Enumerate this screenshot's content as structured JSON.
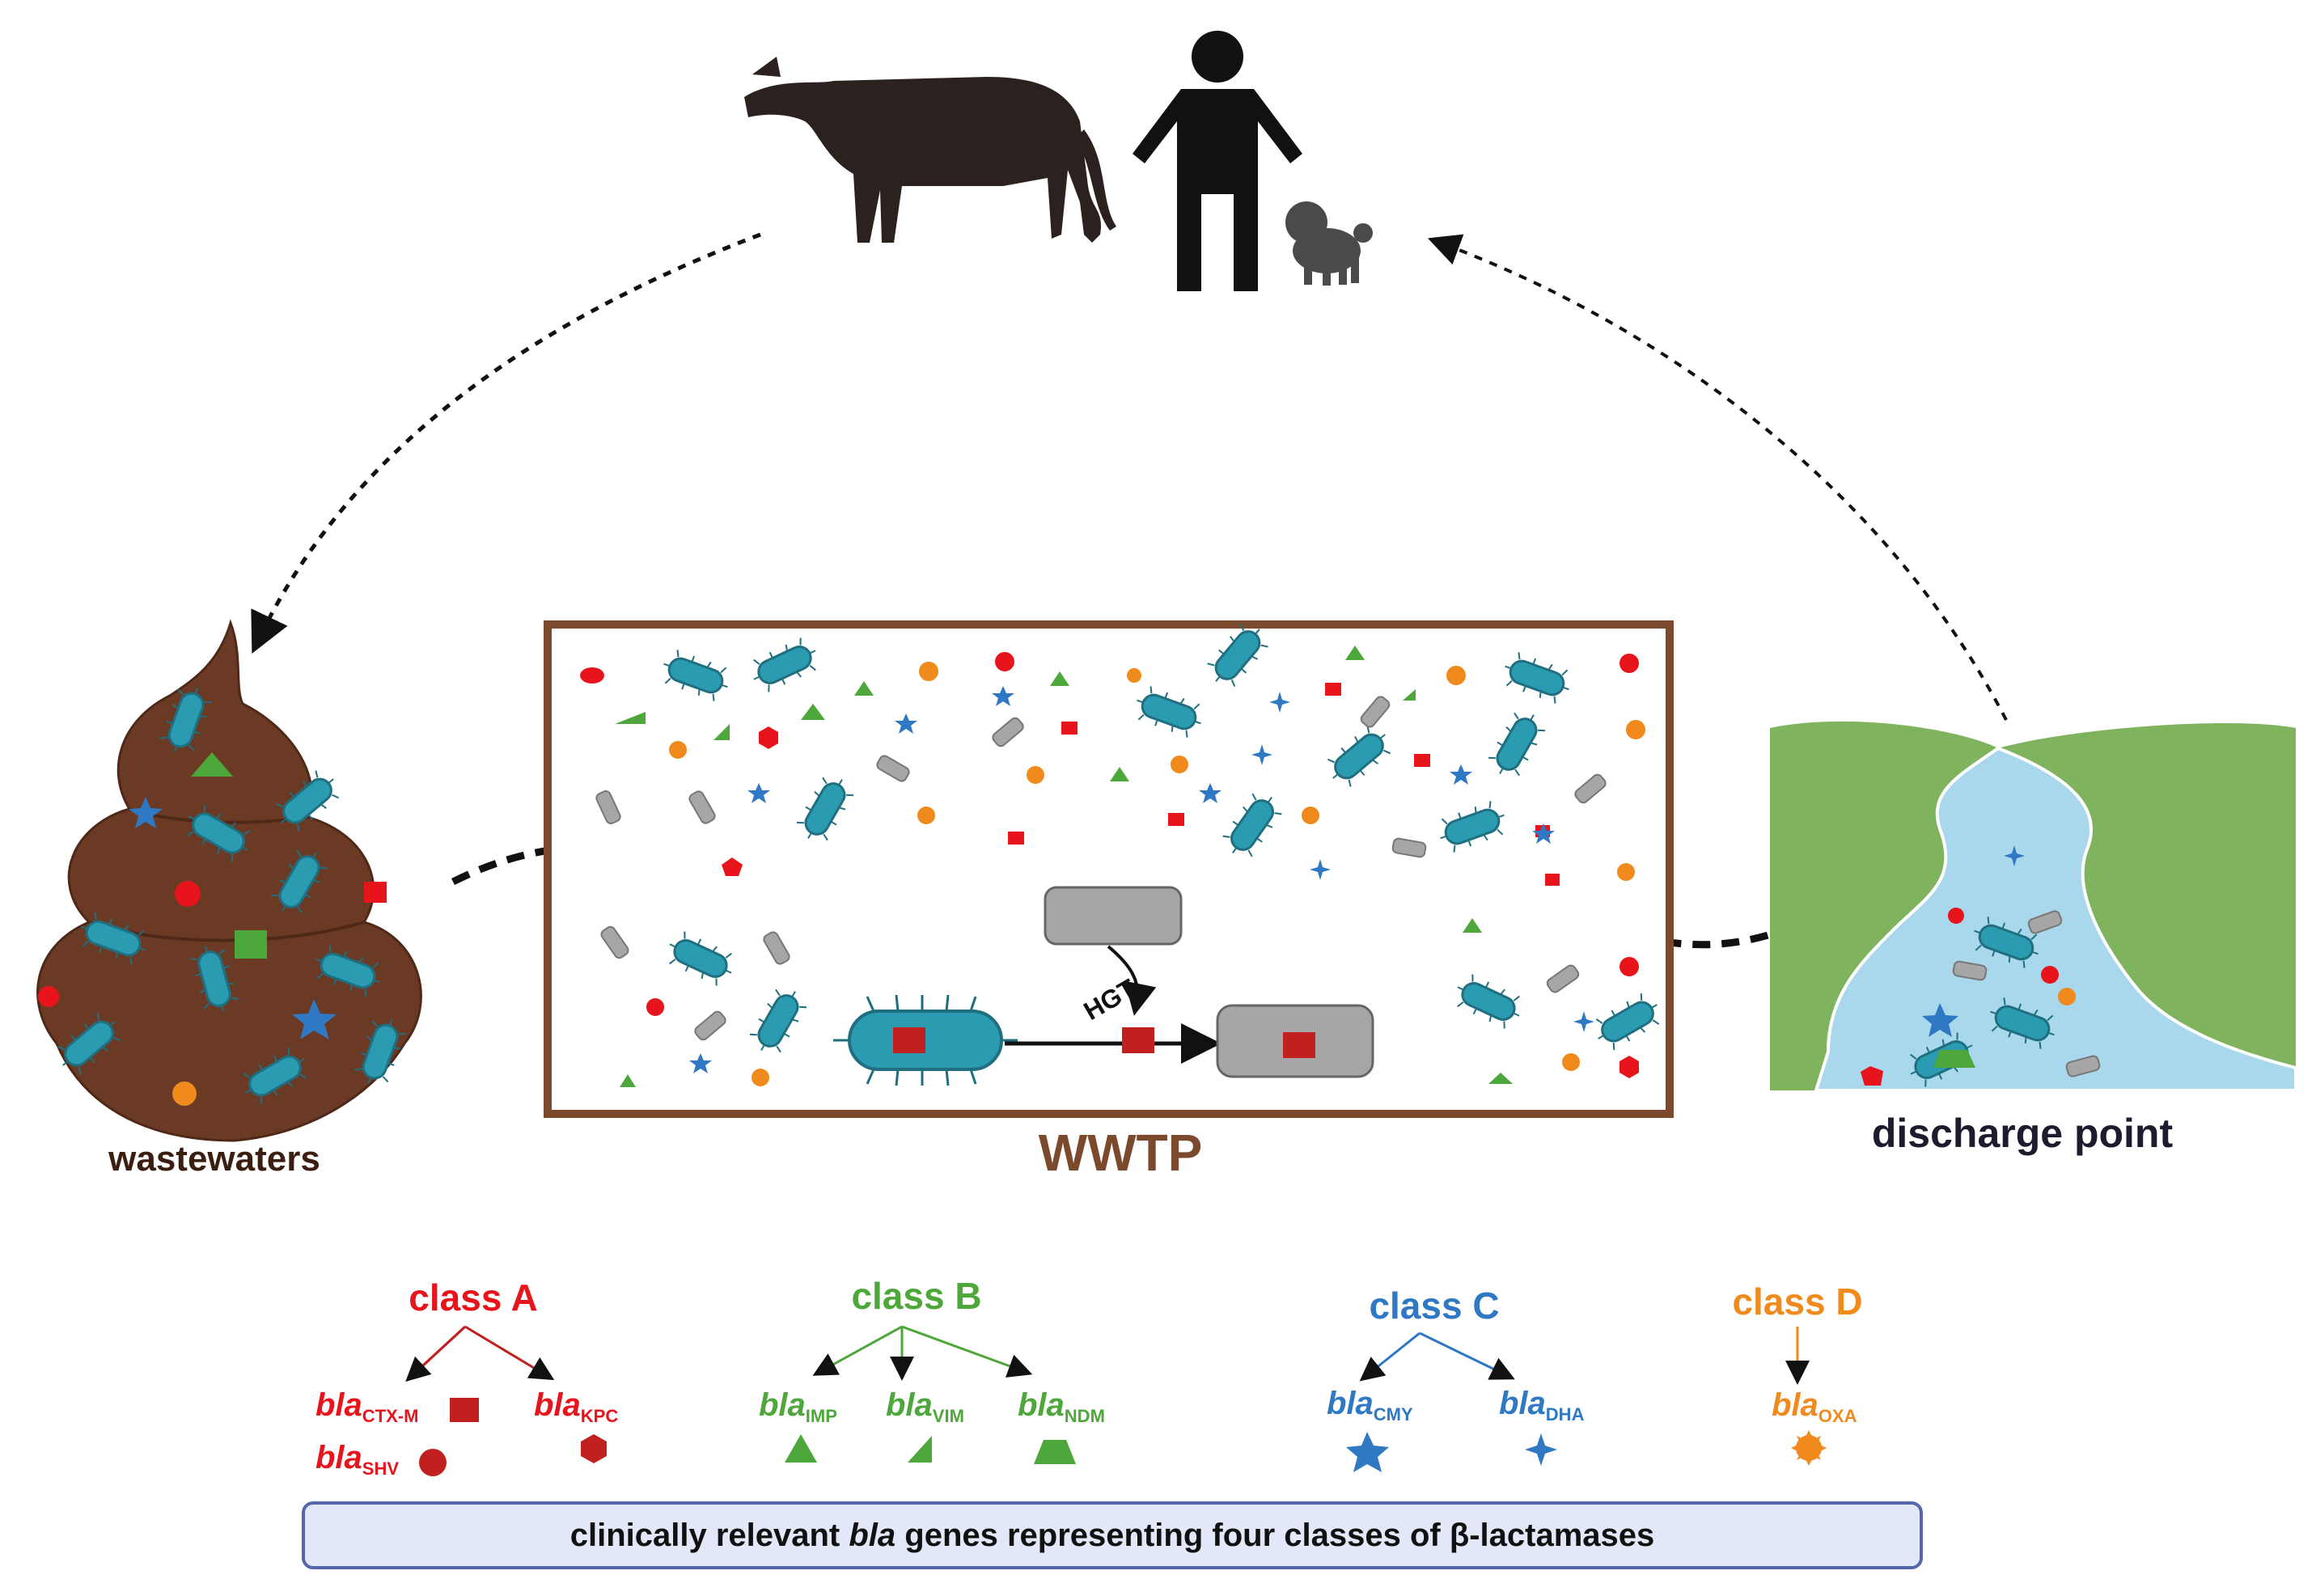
{
  "labels": {
    "wastewaters": "wastewaters",
    "wwtp": "WWTP",
    "discharge": "discharge point",
    "hgt": "HGT"
  },
  "classes": [
    {
      "label": "class A",
      "color": "#e8141c",
      "genes": [
        {
          "prefix": "bla",
          "sub": "CTX-M",
          "shape": "square"
        },
        {
          "prefix": "bla",
          "sub": "KPC",
          "shape": "hexagon"
        },
        {
          "prefix": "bla",
          "sub": "SHV",
          "shape": "circle"
        }
      ]
    },
    {
      "label": "class B",
      "color": "#4ea73a",
      "genes": [
        {
          "prefix": "bla",
          "sub": "IMP",
          "shape": "triangle"
        },
        {
          "prefix": "bla",
          "sub": "VIM",
          "shape": "right-triangle"
        },
        {
          "prefix": "bla",
          "sub": "NDM",
          "shape": "trapezoid"
        }
      ]
    },
    {
      "label": "class C",
      "color": "#2e78c4",
      "genes": [
        {
          "prefix": "bla",
          "sub": "CMY",
          "shape": "star"
        },
        {
          "prefix": "bla",
          "sub": "DHA",
          "shape": "four-point-star"
        }
      ]
    },
    {
      "label": "class D",
      "color": "#f08a1c",
      "genes": [
        {
          "prefix": "bla",
          "sub": "OXA",
          "shape": "sunburst"
        }
      ]
    }
  ],
  "caption": {
    "before": "clinically relevant ",
    "italic": "bla",
    "after": " genes representing four classes of β-lactamases"
  },
  "colors": {
    "classA": "#e8141c",
    "classB": "#4ea73a",
    "classC": "#2e78c4",
    "classD": "#f08a1c",
    "wwtp_border": "#7b4a2d",
    "poop": "#6b3a24",
    "bacterium": "#2a9bb0",
    "land": "#7fb35d",
    "river": "#a9d8ec",
    "caption_box": "#e3e8f8",
    "caption_border": "#5566aa"
  }
}
